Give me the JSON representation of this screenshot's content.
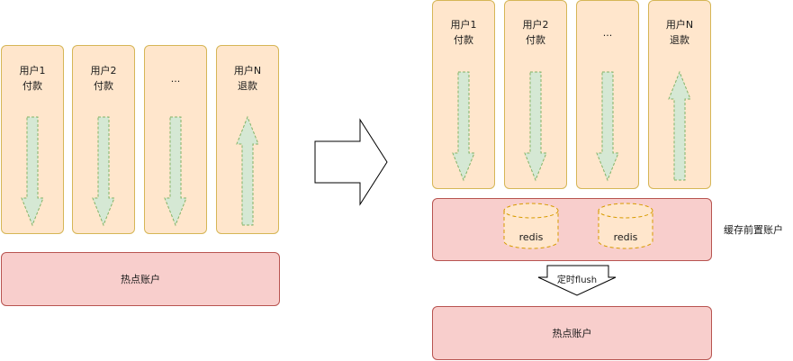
{
  "left": {
    "users": [
      {
        "line1": "用户1",
        "line2": "付款",
        "direction": "down"
      },
      {
        "line1": "用户2",
        "line2": "付款",
        "direction": "down"
      },
      {
        "line1": "...",
        "line2": "",
        "direction": "down"
      },
      {
        "line1": "用户N",
        "line2": "退款",
        "direction": "up"
      }
    ],
    "account_label": "热点账户"
  },
  "right": {
    "users": [
      {
        "line1": "用户1",
        "line2": "付款",
        "direction": "down"
      },
      {
        "line1": "用户2",
        "line2": "付款",
        "direction": "down"
      },
      {
        "line1": "...",
        "line2": "",
        "direction": "down"
      },
      {
        "line1": "用户N",
        "line2": "退款",
        "direction": "up"
      }
    ],
    "cache_nodes": [
      "redis",
      "redis"
    ],
    "cache_label": "缓存前置账户",
    "flush_label": "定时flush",
    "account_label": "热点账户"
  },
  "colors": {
    "card_fill": "#ffe6cc",
    "card_stroke": "#d6b656",
    "arrow_fill": "#d5e8d4",
    "arrow_stroke": "#82b366",
    "account_fill": "#f8cecc",
    "account_stroke": "#b85450",
    "cylinder_fill": "#ffe6cc",
    "cylinder_stroke": "#d79b00"
  }
}
